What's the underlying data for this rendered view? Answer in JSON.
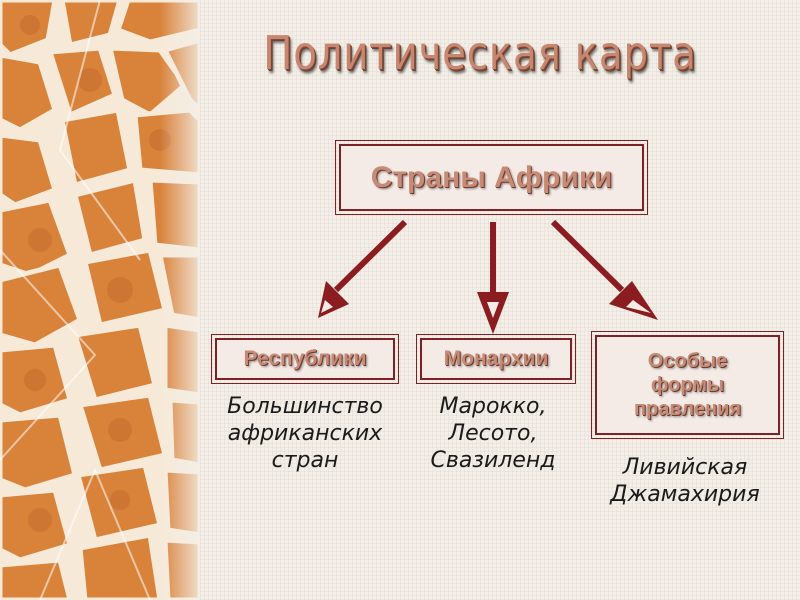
{
  "slide": {
    "title": "Политическая карта"
  },
  "diagram": {
    "root": {
      "label": "Страны Африки"
    },
    "branches": [
      {
        "label": "Республики",
        "description": [
          "Большинство",
          "африканских",
          "стран"
        ]
      },
      {
        "label": "Монархии",
        "description": [
          "Марокко,",
          "Лесото,",
          "Свазиленд"
        ]
      },
      {
        "label": [
          "Особые",
          "формы",
          "правления"
        ],
        "description": [
          "Ливийская",
          "Джамахирия"
        ]
      }
    ]
  },
  "colors": {
    "box_border": "#7a2226",
    "box_text": "#c78a74",
    "arrow": "#8b1c1f",
    "title": "#c9866f",
    "background": "#f3efe8",
    "giraffe_patch": "#d9823a",
    "giraffe_line": "#f6e9d8"
  }
}
